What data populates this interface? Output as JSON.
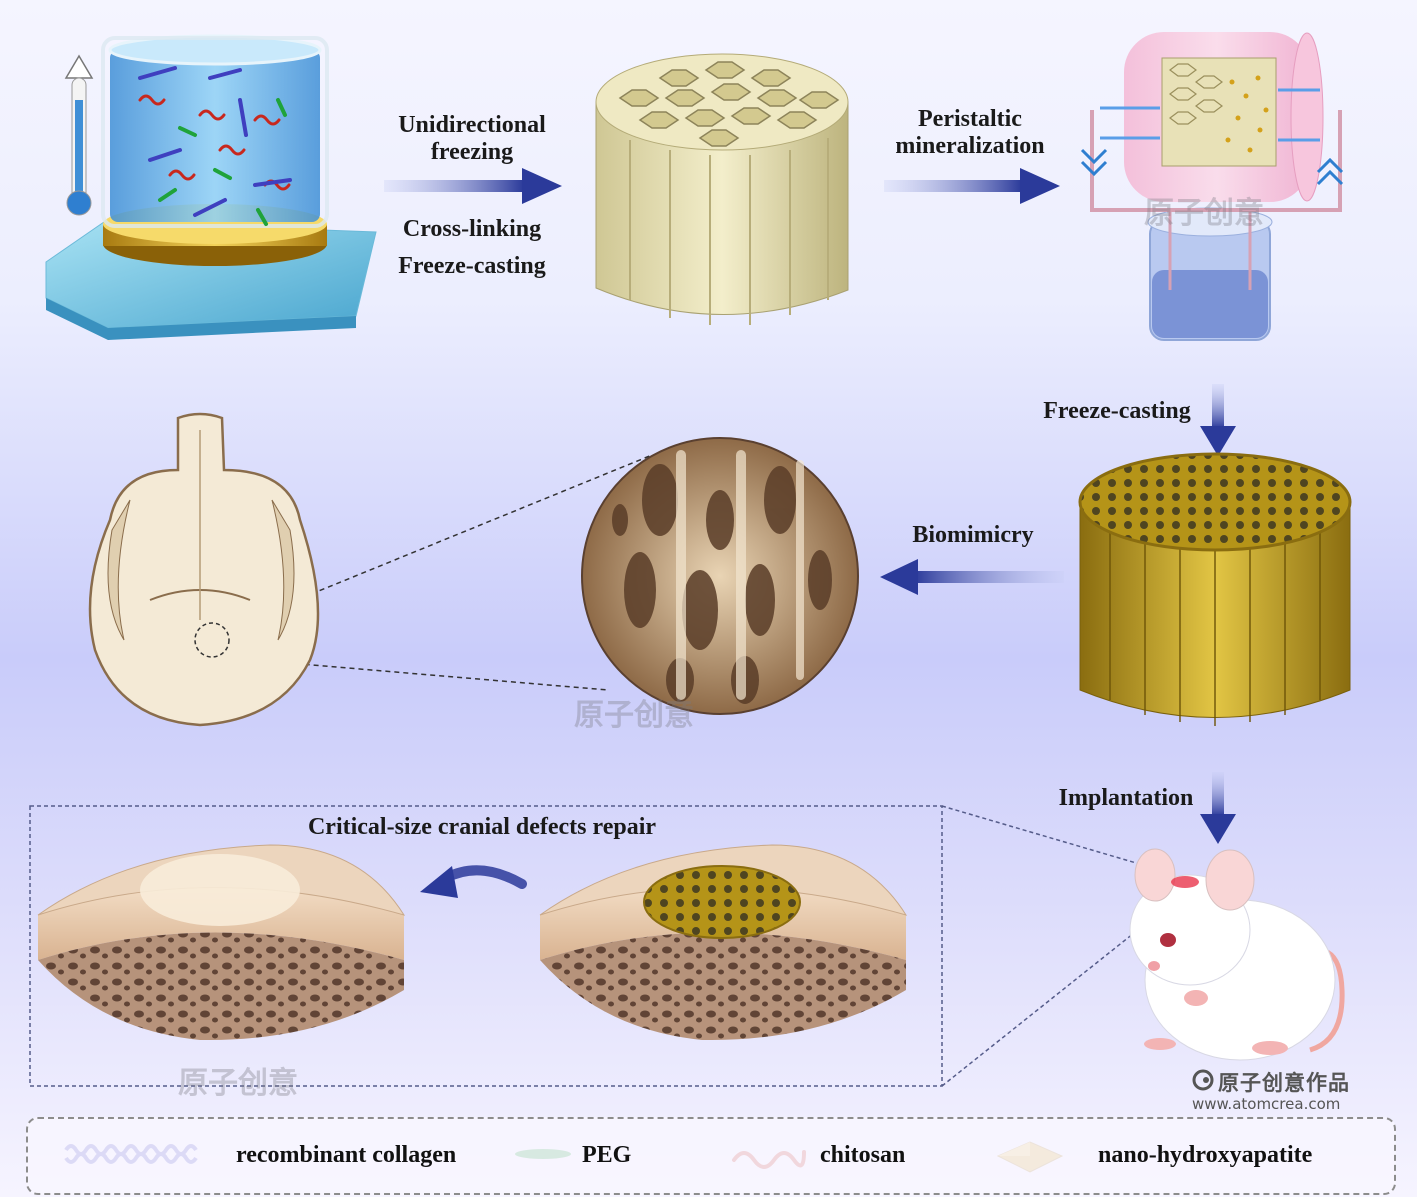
{
  "steps": {
    "unidirectional_freezing": "Unidirectional\nfreezing",
    "cross_linking": "Cross-linking",
    "freeze_casting_1": "Freeze-casting",
    "peristaltic_mineralization": "Peristaltic\nmineralization",
    "freeze_casting_2": "Freeze-casting",
    "biomimicry": "Biomimicry",
    "implantation": "Implantation",
    "cranial_repair": "Critical-size cranial defects repair"
  },
  "legend": {
    "collagen": "recombinant collagen",
    "peg": "PEG",
    "chitosan": "chitosan",
    "hydroxyapatite": "nano-hydroxyapatite"
  },
  "watermark": {
    "text": "原子创意",
    "brand": "原子创意作品",
    "url": "www.atomcrea.com"
  },
  "colors": {
    "arrow": "#2b3a9a",
    "scaffold": "#e8e2b8",
    "mineral": "#c9a92a",
    "bone": "#e6c9ad",
    "collagen": "#3f3fbf",
    "peg": "#1fa33a",
    "chitosan": "#c8281e",
    "hap": "#d9a520"
  }
}
